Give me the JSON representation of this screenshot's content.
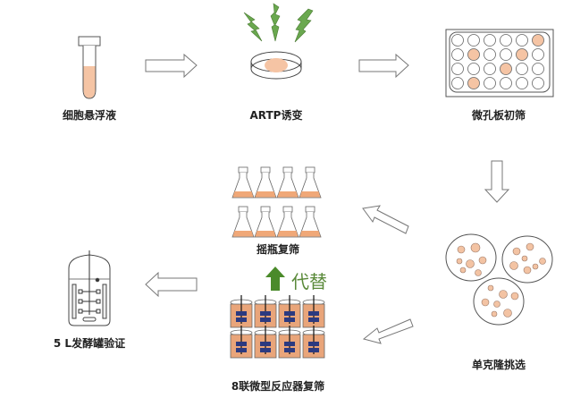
{
  "steps": {
    "cell_suspension": "细胞悬浮液",
    "artp_mutation": "ARTP诱变",
    "microplate_screening": "微孔板初筛",
    "single_colony_selection": "单克隆挑选",
    "shake_flask_rescreening": "摇瓶复筛",
    "microreactor_rescreening": "8联微型反应器复筛",
    "fermenter_validation": "5 L发酵罐验证"
  },
  "replace_label": "代替",
  "colors": {
    "culture": "#f5c4a4",
    "medium": "#f0a878",
    "lightning": "#6aa84f",
    "replace_arrow": "#4a8a2a",
    "impeller": "#2c3a80",
    "outline": "#555555"
  },
  "microplate": {
    "rows": 4,
    "cols": 6,
    "hits": [
      [
        0,
        5
      ],
      [
        1,
        1
      ],
      [
        1,
        4
      ],
      [
        2,
        3
      ],
      [
        3,
        1
      ]
    ]
  }
}
